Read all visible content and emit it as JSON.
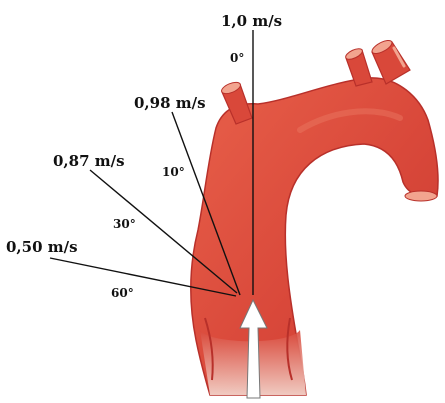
{
  "diagram": {
    "vectors": [
      {
        "id": "v0",
        "speed_label": "1,0 m/s",
        "angle_label": "0°",
        "color": "#111111"
      },
      {
        "id": "v10",
        "speed_label": "0,98 m/s",
        "angle_label": "10°",
        "color": "#111111"
      },
      {
        "id": "v30",
        "speed_label": "0,87 m/s",
        "angle_label": "30°",
        "color": "#111111"
      },
      {
        "id": "v60",
        "speed_label": "0,50 m/s",
        "angle_label": "60°",
        "color": "#111111"
      }
    ],
    "colors": {
      "aorta_fill": "#d9483a",
      "aorta_shade": "#b8302a",
      "aorta_highlight": "#ec7a63",
      "branch_inner": "#f2a48f",
      "flow_arrow_fill": "#ffffff",
      "flow_arrow_stroke": "#777777"
    }
  }
}
